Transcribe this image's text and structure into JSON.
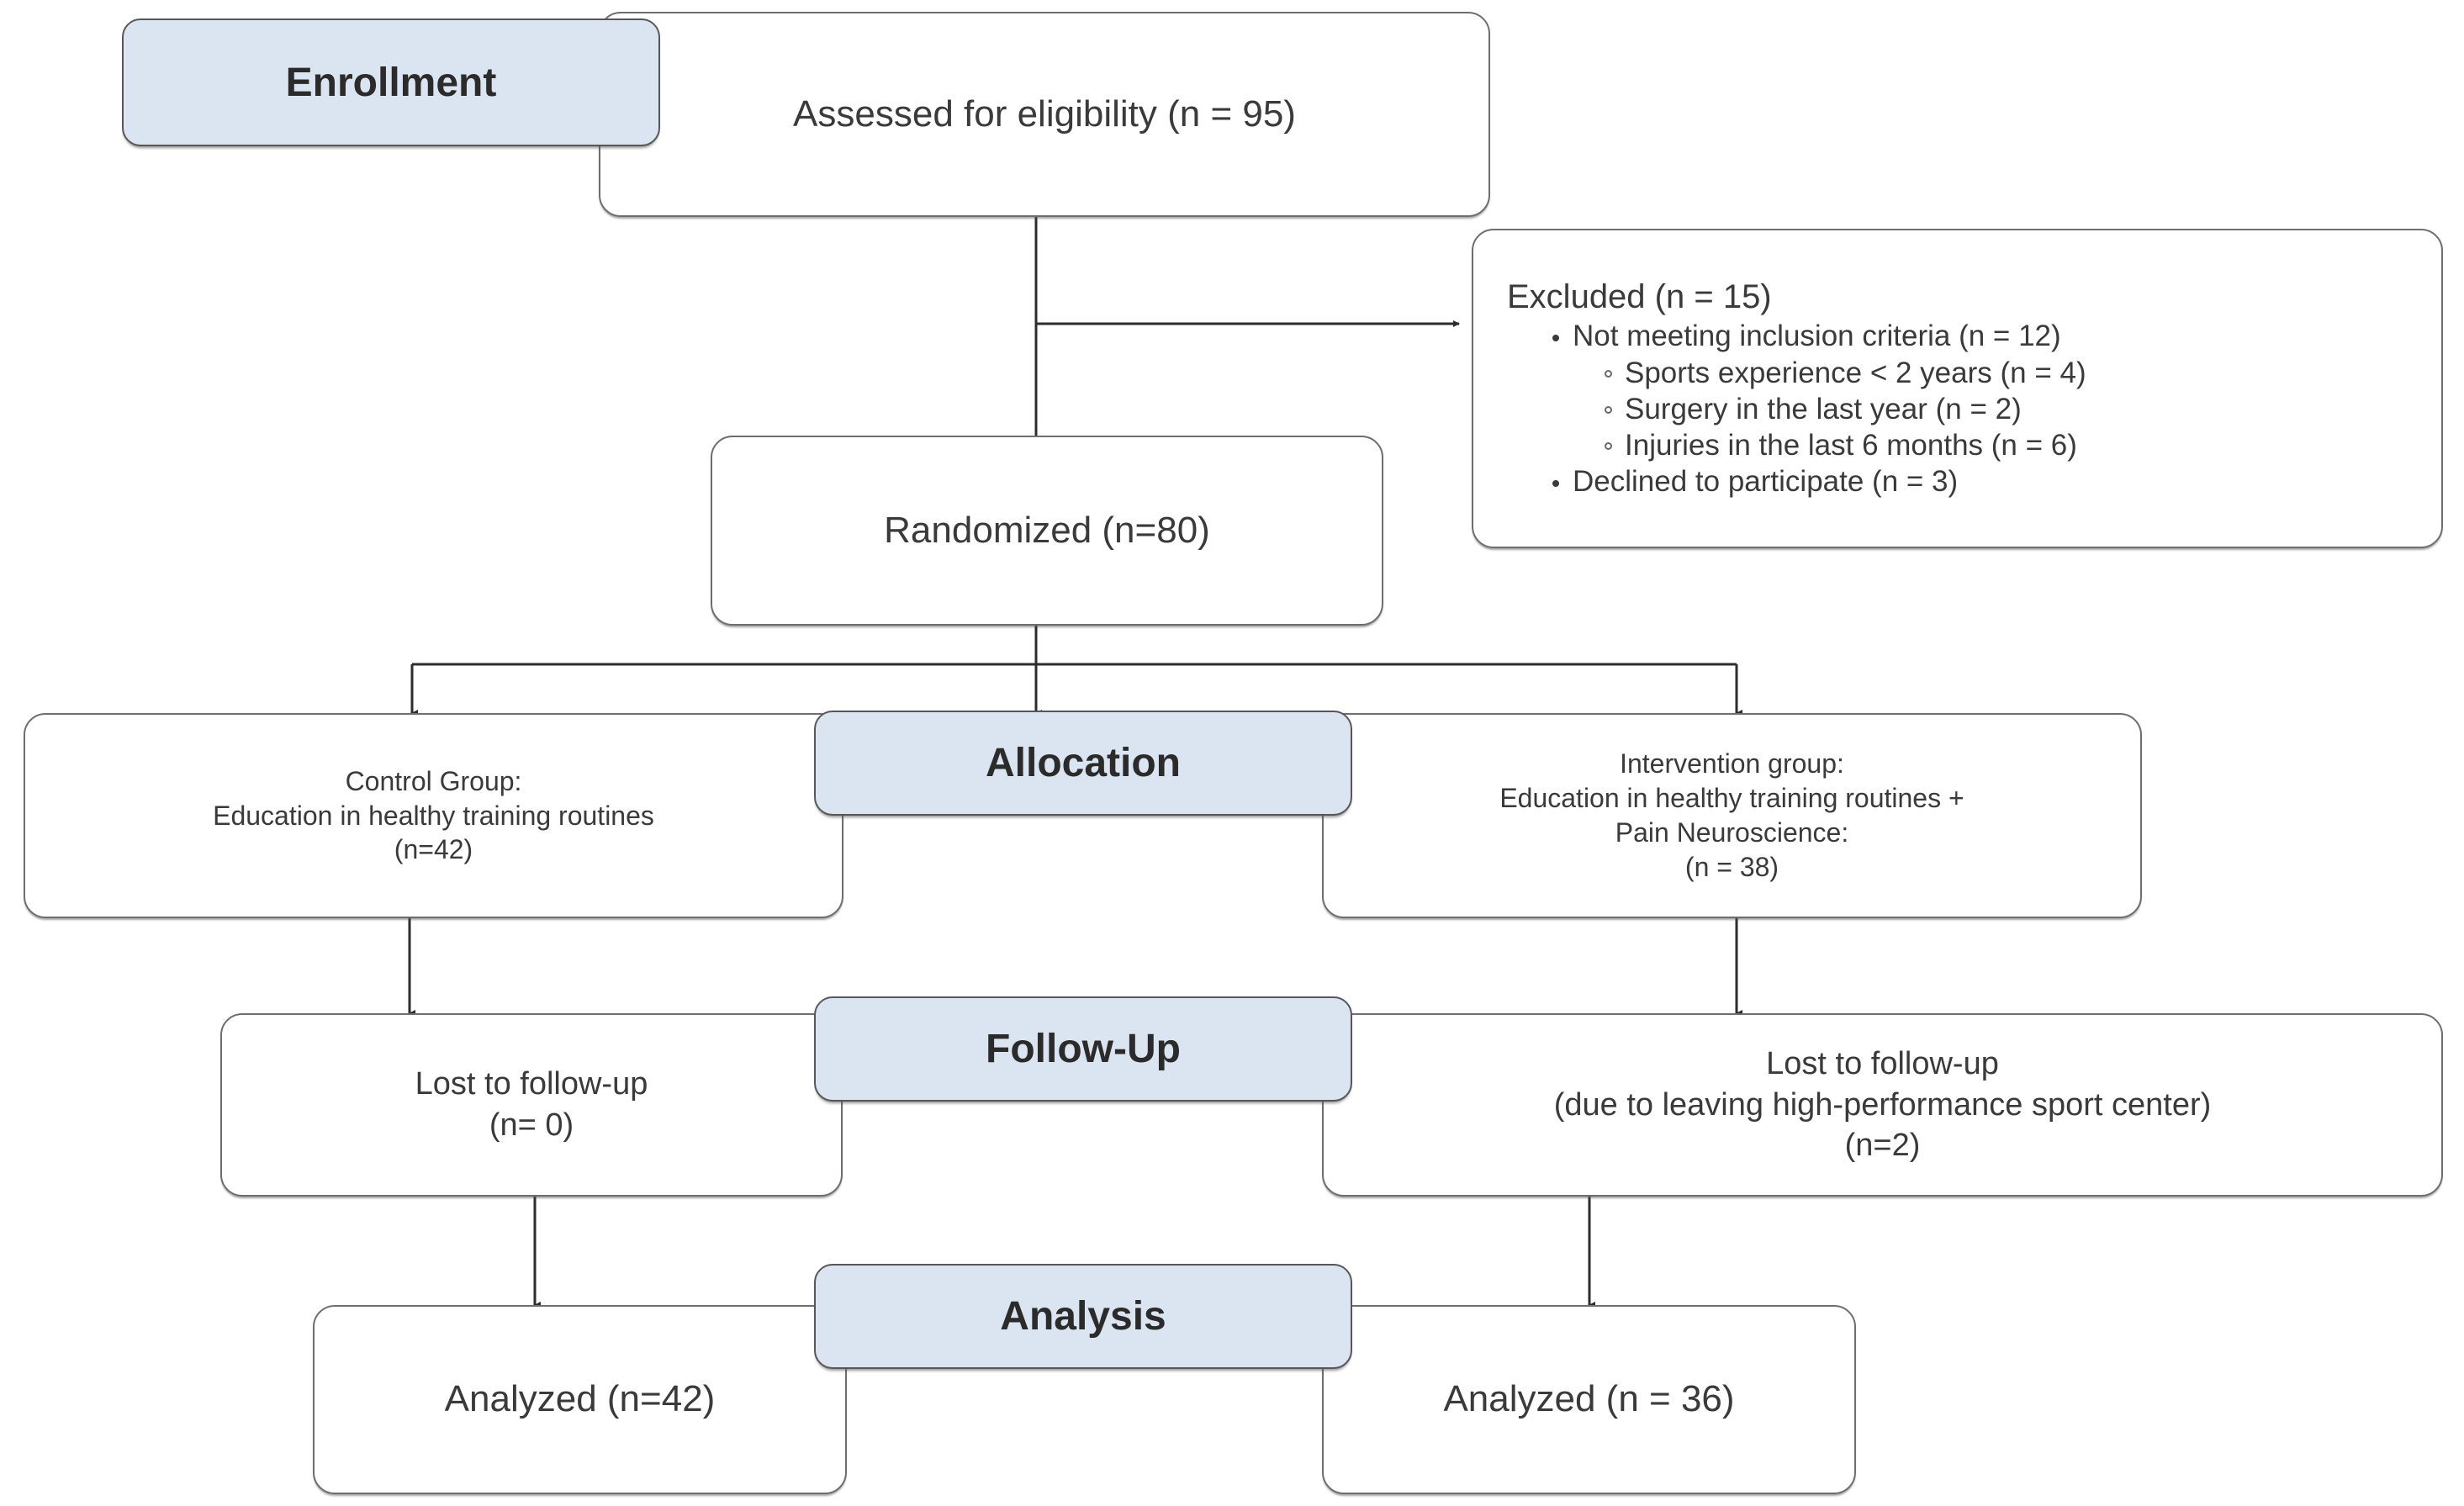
{
  "figure": {
    "type": "consort-flow-diagram",
    "stage_labels": [
      {
        "id": "enrollment",
        "label": "Enrollment"
      },
      {
        "id": "allocation",
        "label": "Allocation"
      },
      {
        "id": "followup",
        "label": "Follow-Up"
      },
      {
        "id": "analysis",
        "label": "Analysis"
      }
    ],
    "colors": {
      "stage_fill": "#dbe5f1",
      "stage_border": "#575757",
      "box_fill": "#ffffff",
      "box_border": "#6e6e6e",
      "text": "#3a3a3a",
      "connector": "#2d2d2d"
    }
  },
  "boxes": {
    "assessed": {
      "text": "Assessed for eligibility (n = 95)"
    },
    "excluded": {
      "title": "Excluded (n = 15)",
      "items": [
        {
          "text": "Not meeting inclusion criteria (n = 12)",
          "subitems": [
            "Sports experience < 2 years (n = 4)",
            "Surgery in the last year (n = 2)",
            "Injuries in the last 6 months (n = 6)"
          ]
        },
        {
          "text": "Declined to participate (n = 3)",
          "subitems": []
        }
      ]
    },
    "randomized": {
      "text": "Randomized (n=80)"
    },
    "control_group": {
      "text": "Control Group:\nEducation in healthy training routines\n(n=42)"
    },
    "intervention_group": {
      "text": "Intervention group:\nEducation in healthy training routines +\nPain Neuroscience:\n(n = 38)"
    },
    "lost_control": {
      "text": "Lost to follow-up\n(n= 0)"
    },
    "lost_intervention": {
      "text": "Lost to follow-up\n(due to leaving high-performance sport center)\n(n=2)"
    },
    "analyzed_control": {
      "text": "Analyzed (n=42)"
    },
    "analyzed_intervention": {
      "text": "Analyzed (n = 36)"
    }
  },
  "chart_data": {
    "type": "diagram",
    "title": "CONSORT participant flow",
    "nodes": [
      {
        "id": "assessed",
        "stage": "Enrollment",
        "label": "Assessed for eligibility",
        "n": 95
      },
      {
        "id": "excluded",
        "stage": "Enrollment",
        "label": "Excluded",
        "n": 15
      },
      {
        "id": "excluded_criteria",
        "stage": "Enrollment",
        "label": "Not meeting inclusion criteria",
        "n": 12
      },
      {
        "id": "excluded_sports",
        "stage": "Enrollment",
        "label": "Sports experience < 2 years",
        "n": 4
      },
      {
        "id": "excluded_surgery",
        "stage": "Enrollment",
        "label": "Surgery in the last year",
        "n": 2
      },
      {
        "id": "excluded_injuries",
        "stage": "Enrollment",
        "label": "Injuries in the last 6 months",
        "n": 6
      },
      {
        "id": "excluded_declined",
        "stage": "Enrollment",
        "label": "Declined to participate",
        "n": 3
      },
      {
        "id": "randomized",
        "stage": "Enrollment",
        "label": "Randomized",
        "n": 80
      },
      {
        "id": "control_group",
        "stage": "Allocation",
        "label": "Control Group: Education in healthy training routines",
        "n": 42
      },
      {
        "id": "intervention_group",
        "stage": "Allocation",
        "label": "Intervention group: Education in healthy training routines + Pain Neuroscience",
        "n": 38
      },
      {
        "id": "lost_control",
        "stage": "Follow-Up",
        "label": "Lost to follow-up",
        "n": 0
      },
      {
        "id": "lost_intervention",
        "stage": "Follow-Up",
        "label": "Lost to follow-up (due to leaving high-performance sport center)",
        "n": 2
      },
      {
        "id": "analyzed_control",
        "stage": "Analysis",
        "label": "Analyzed",
        "n": 42
      },
      {
        "id": "analyzed_intervention",
        "stage": "Analysis",
        "label": "Analyzed",
        "n": 36
      }
    ],
    "edges": [
      {
        "from": "assessed",
        "to": "excluded"
      },
      {
        "from": "assessed",
        "to": "randomized"
      },
      {
        "from": "randomized",
        "to": "control_group"
      },
      {
        "from": "randomized",
        "to": "intervention_group"
      },
      {
        "from": "control_group",
        "to": "lost_control"
      },
      {
        "from": "intervention_group",
        "to": "lost_intervention"
      },
      {
        "from": "lost_control",
        "to": "analyzed_control"
      },
      {
        "from": "lost_intervention",
        "to": "analyzed_intervention"
      }
    ]
  }
}
